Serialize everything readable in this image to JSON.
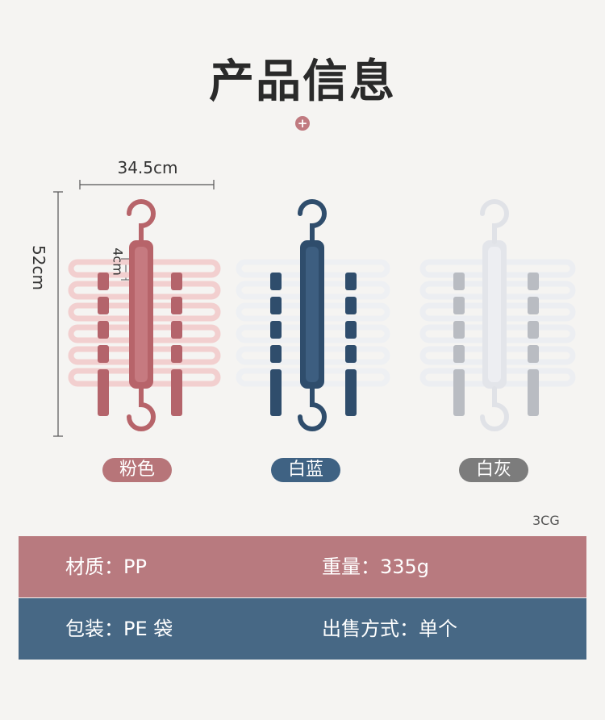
{
  "title": "产品信息",
  "plus_icon": "+",
  "dimensions": {
    "width": "34.5cm",
    "height": "52cm",
    "spacing": "4cm"
  },
  "colors": [
    {
      "label": "粉色",
      "color": "#b77579"
    },
    {
      "label": "白蓝",
      "color": "#3f6283"
    },
    {
      "label": "白灰",
      "color": "#7c7c7c"
    }
  ],
  "code": "3CG",
  "specs": {
    "material": "材质：PP",
    "weight": "重量：335g",
    "packaging": "包装：PE 袋",
    "sale_method": "出售方式：单个"
  },
  "accent_colors": {
    "pink_band": "#b87a7f",
    "blue_band": "#476885"
  }
}
